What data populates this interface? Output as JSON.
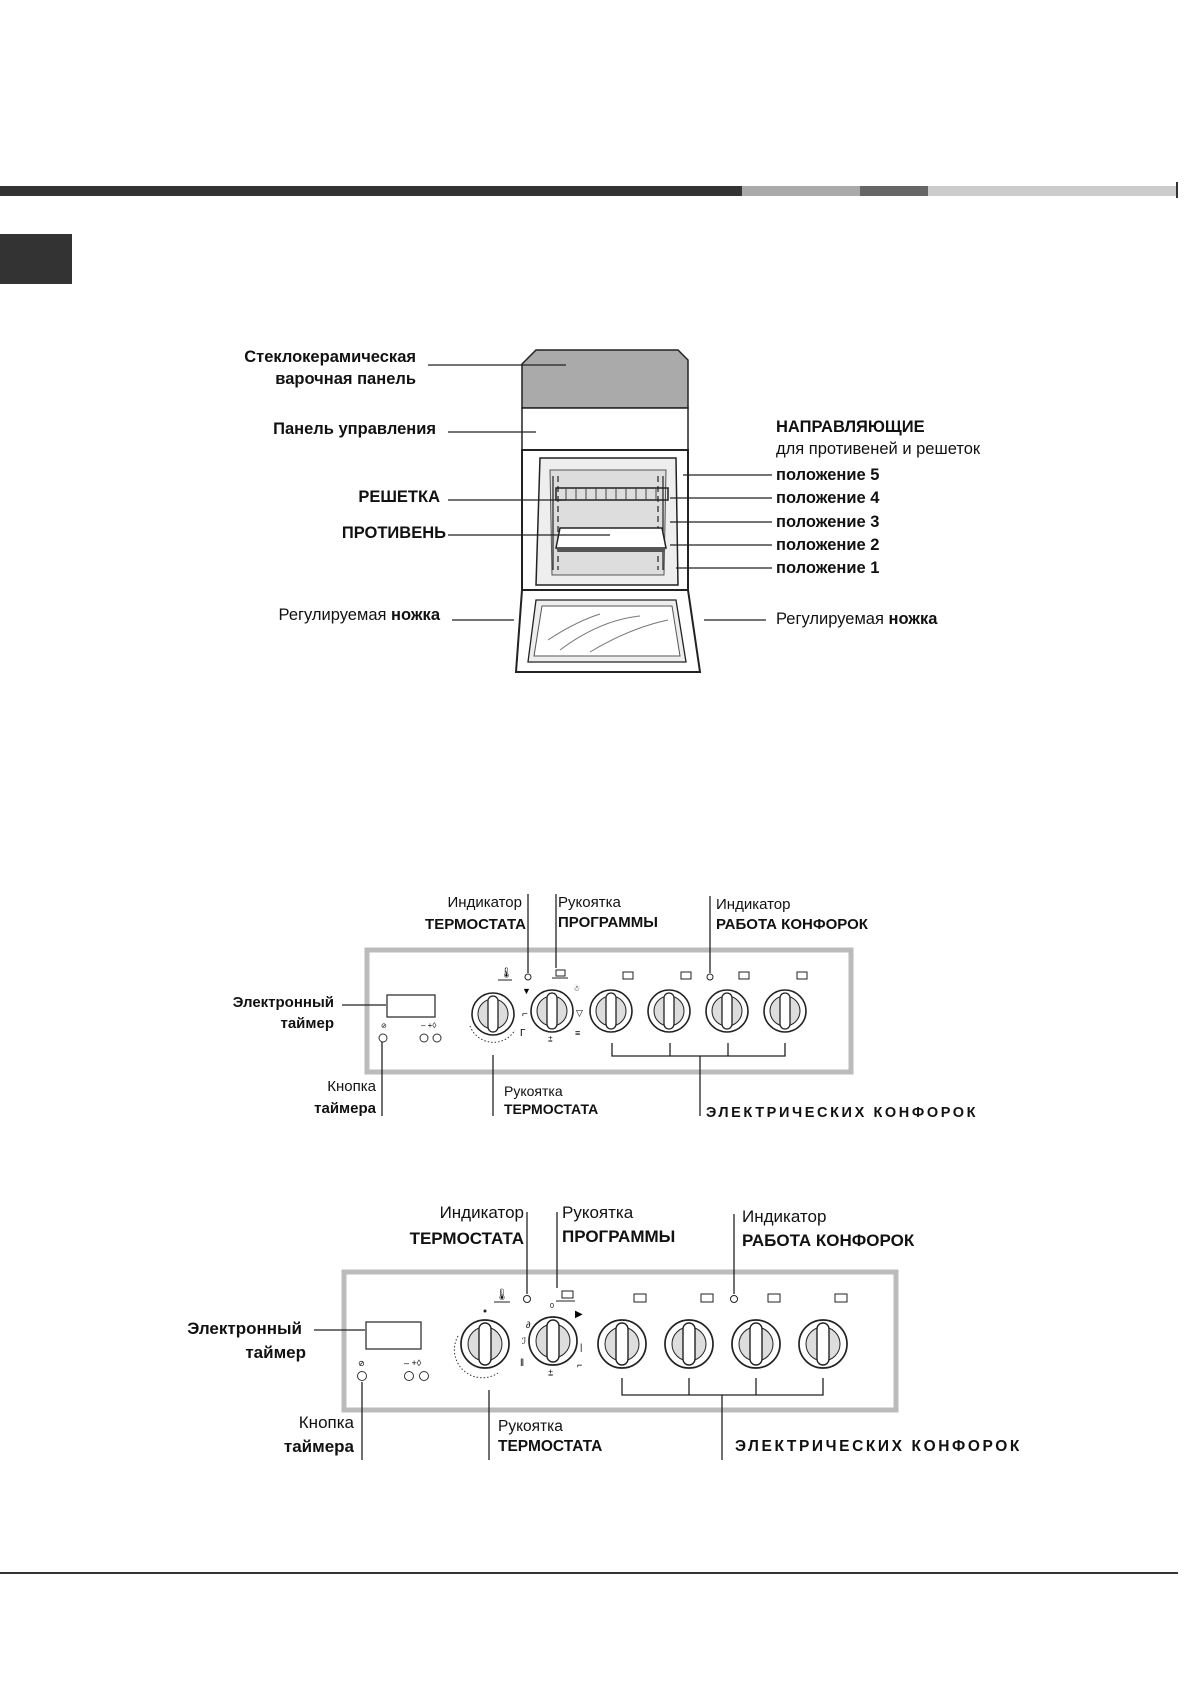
{
  "oven": {
    "hob_line1": "Стеклокерамическая",
    "hob_line2": "варочная панель",
    "control_panel": "Панель управления",
    "guides_title": "НАПРАВЛЯЮЩИЕ",
    "guides_sub": "для противеней и решеток",
    "positions": [
      "положение 5",
      "положение  4",
      "положение  3",
      "положение 2",
      "положение  1"
    ],
    "rack": "РЕШЕТКА",
    "tray": "ПРОТИВЕНЬ",
    "foot_prefix": "Регулируемая ",
    "foot_bold": "ножка"
  },
  "panel1": {
    "thermo_ind": "Индикатор",
    "thermo_ind_bold": "ТЕРМОСТАТА",
    "prog_knob": "Рукоятка",
    "prog_knob_bold": "ПРОГРАММЫ",
    "hob_ind": "Индикатор",
    "hob_ind_bold": "РАБОТА КОНФОРОК",
    "timer_l1": "Электронный",
    "timer_l2": "таймер",
    "timer_btn_l1": "Кнопка",
    "timer_btn_l2": "таймера",
    "thermo_knob": "Рукоятка",
    "thermo_knob_bold": "ТЕРМОСТАТА",
    "burners": "ЭЛЕКТРИЧЕСКИХ КОНФОРОК"
  },
  "panel2": {
    "thermo_ind": "Индикатор",
    "thermo_ind_bold": "ТЕРМОСТАТА",
    "prog_knob": "Рукоятка",
    "prog_knob_bold": "ПРОГРАММЫ",
    "hob_ind": "Индикатор",
    "hob_ind_bold": "РАБОТА КОНФОРОК",
    "timer_l1": "Электронный",
    "timer_l2": "таймер",
    "timer_btn_l1": "Кнопка",
    "timer_btn_l2": "таймера",
    "thermo_knob": "Рукоятка",
    "thermo_knob_bold": "ТЕРМОСТАТА",
    "burners": "ЭЛЕКТРИЧЕСКИХ КОНФОРОК"
  },
  "colors": {
    "header_dark": "#333333",
    "header_mid": "#666666",
    "header_light": "#aaaaaa",
    "header_pale": "#cccccc",
    "panel_border": "#bbbbbb"
  }
}
